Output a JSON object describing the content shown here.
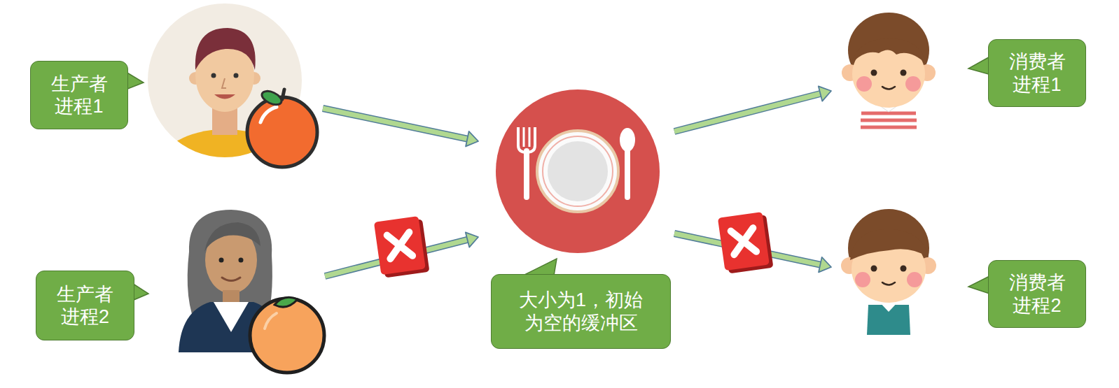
{
  "diagram": {
    "nodes": [
      {
        "text": [
          "生产者进程1"
        ]
      },
      {
        "text": [
          "生产者进程2"
        ]
      },
      {
        "text": [
          "大小为1，初始为空的缓冲区"
        ]
      },
      {
        "text": [
          "消费者进程1"
        ]
      },
      {
        "text": [
          "消费者进程2"
        ]
      }
    ],
    "edges": [
      {
        "from": 0,
        "to": 2,
        "arrow": "to"
      },
      {
        "from": 1,
        "to": 2,
        "arrow": "to"
      },
      {
        "from": 2,
        "to": 3,
        "arrow": "to"
      },
      {
        "from": 2,
        "to": 4,
        "arrow": "to"
      }
    ]
  }
}
